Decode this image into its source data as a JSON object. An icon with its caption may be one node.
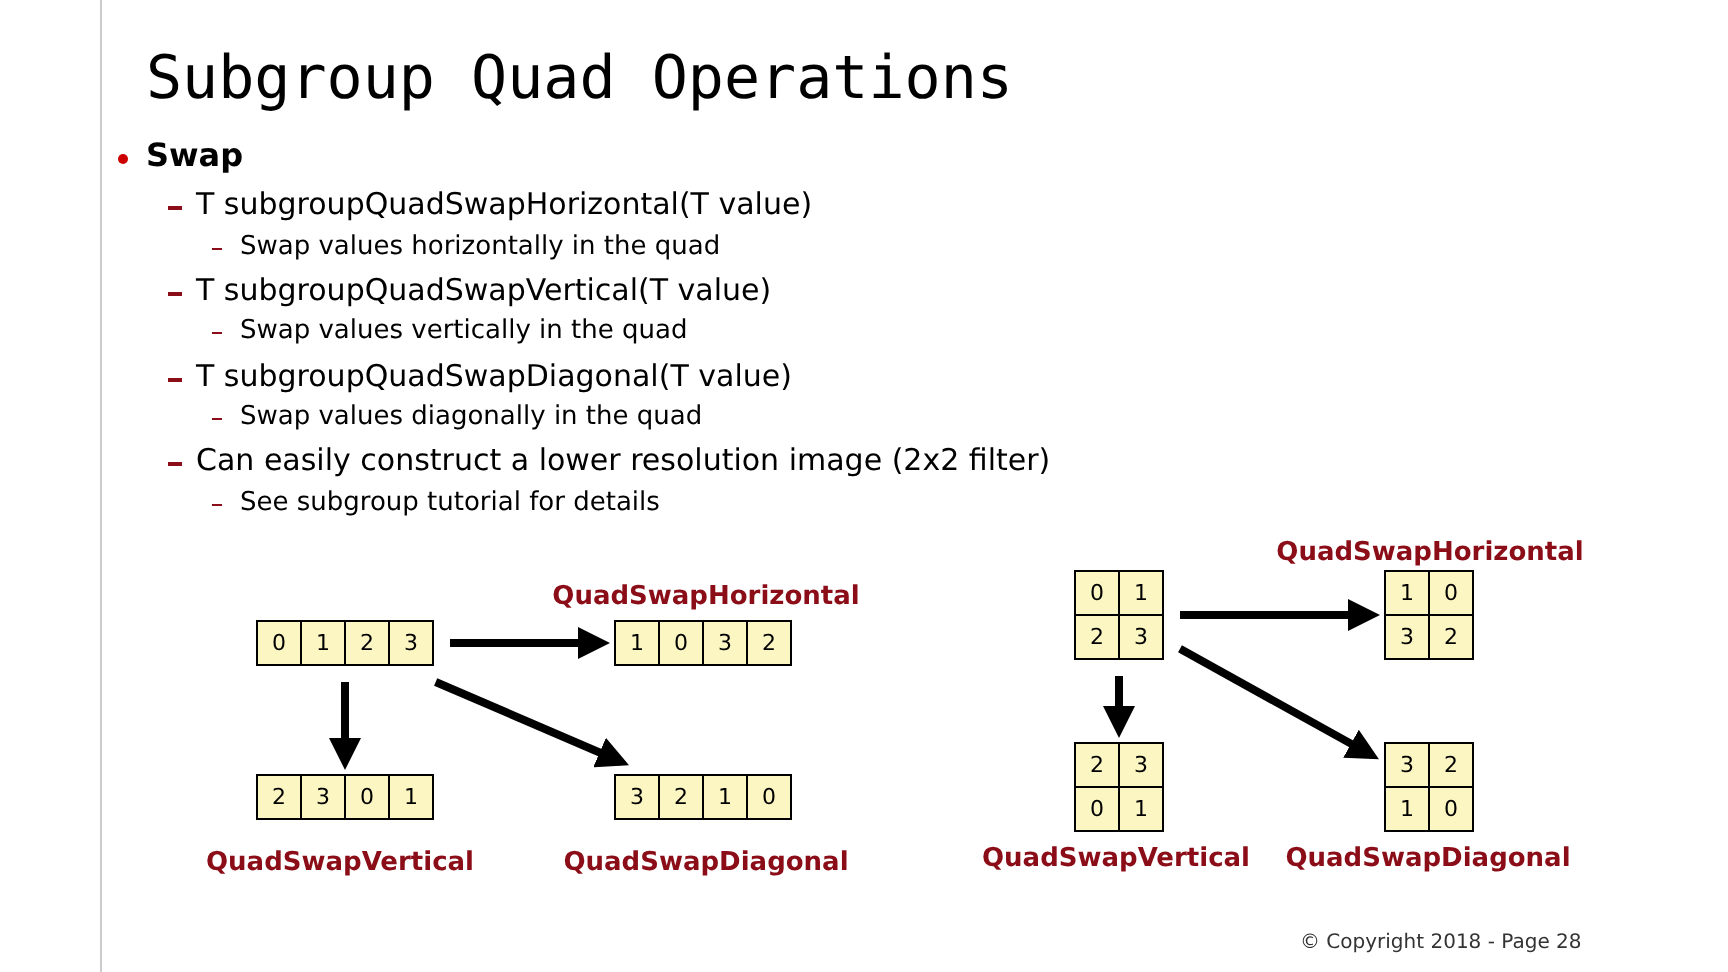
{
  "diagram": {
    "title": "Subgroup Quad Operations",
    "nodes": [
      {
        "text": [
          "0",
          "1",
          "2",
          "3"
        ]
      },
      {
        "text": [
          "1",
          "0",
          "3",
          "2"
        ],
        "beside": [
          "QuadSwapHorizontal"
        ]
      },
      {
        "text": [
          "2",
          "3",
          "0",
          "1"
        ],
        "beside": [
          "QuadSwapVertical"
        ]
      },
      {
        "text": [
          "3",
          "2",
          "1",
          "0"
        ],
        "beside": [
          "QuadSwapDiagonal"
        ]
      },
      {
        "text": [
          "0",
          "1",
          "2",
          "3"
        ]
      },
      {
        "text": [
          "1",
          "0",
          "3",
          "2"
        ],
        "beside": [
          "QuadSwapHorizontal"
        ]
      },
      {
        "text": [
          "2",
          "3",
          "0",
          "1"
        ],
        "beside": [
          "QuadSwapVertical"
        ]
      },
      {
        "text": [
          "3",
          "2",
          "1",
          "0"
        ],
        "beside": [
          "QuadSwapDiagonal"
        ]
      }
    ],
    "edges": [
      {
        "from": 0,
        "to": 1,
        "arrow": "to"
      },
      {
        "from": 0,
        "to": 2,
        "arrow": "to"
      },
      {
        "from": 0,
        "to": 3,
        "arrow": "to"
      },
      {
        "from": 4,
        "to": 5,
        "arrow": "to"
      },
      {
        "from": 4,
        "to": 6,
        "arrow": "to"
      },
      {
        "from": 4,
        "to": 7,
        "arrow": "to"
      }
    ],
    "labels": [
      "Swap",
      "T subgroupQuadSwapHorizontal(T value)",
      "Swap values horizontally in the quad",
      "T subgroupQuadSwapVertical(T value)",
      "Swap values vertically in the quad",
      "T subgroupQuadSwapDiagonal(T value)",
      "Swap values diagonally in the quad",
      "Can easily construct a lower resolution image (2x2 filter)",
      "See subgroup tutorial for details",
      "© Copyright 2018 - Page 28"
    ]
  }
}
